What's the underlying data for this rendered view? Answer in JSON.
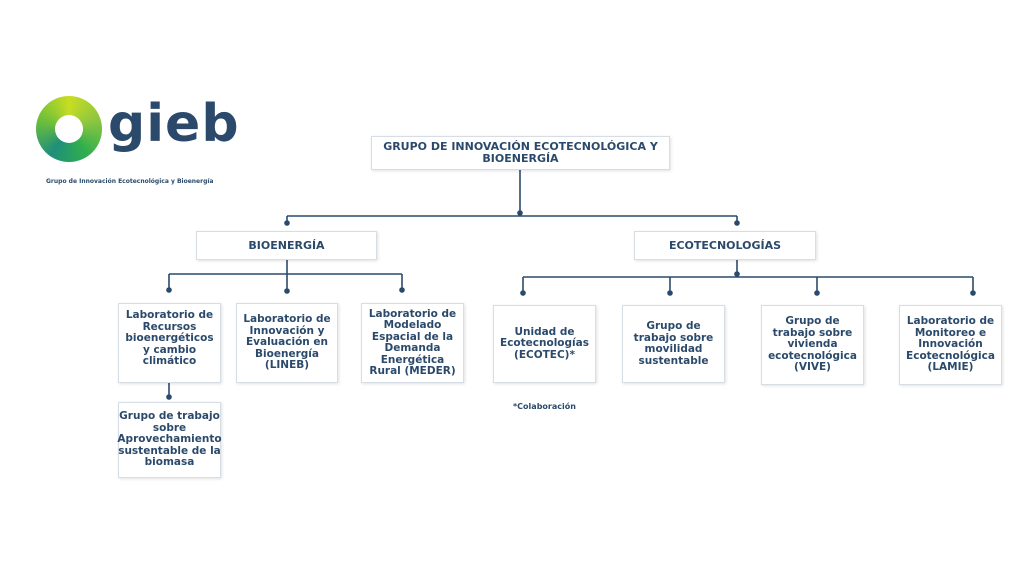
{
  "logo": {
    "word": "gieb",
    "subtitle": "Grupo de Innovación Ecotecnológica y Bioenergía"
  },
  "root": "GRUPO DE INNOVACIÓN ECOTECNOLÓGICA Y BIOENERGÍA",
  "branches": {
    "bioenergia": {
      "label": "BIOENERGÍA",
      "nodes": [
        "Laboratorio de Recursos bioenergéticos y cambio climático",
        "Laboratorio de Innovación y Evaluación en Bioenergía (LINEB)",
        "Laboratorio de Modelado Espacial de la Demanda Energética Rural (MEDER)"
      ],
      "subnode": "Grupo de trabajo sobre Aprovechamiento sustentable de la biomasa"
    },
    "ecotecnologias": {
      "label": "ECOTECNOLOGÍAS",
      "nodes": [
        "Unidad de Ecotecnologías (ECOTEC)*",
        "Grupo de trabajo sobre movilidad sustentable",
        "Grupo de trabajo sobre vivienda ecotecnológica (VIVE)",
        "Laboratorio de Monitoreo e Innovación Ecotecnológica (LAMIE)"
      ]
    }
  },
  "footnote": "*Colaboración",
  "colors": {
    "line": "#2b4a6b",
    "text": "#2b4a6b"
  }
}
